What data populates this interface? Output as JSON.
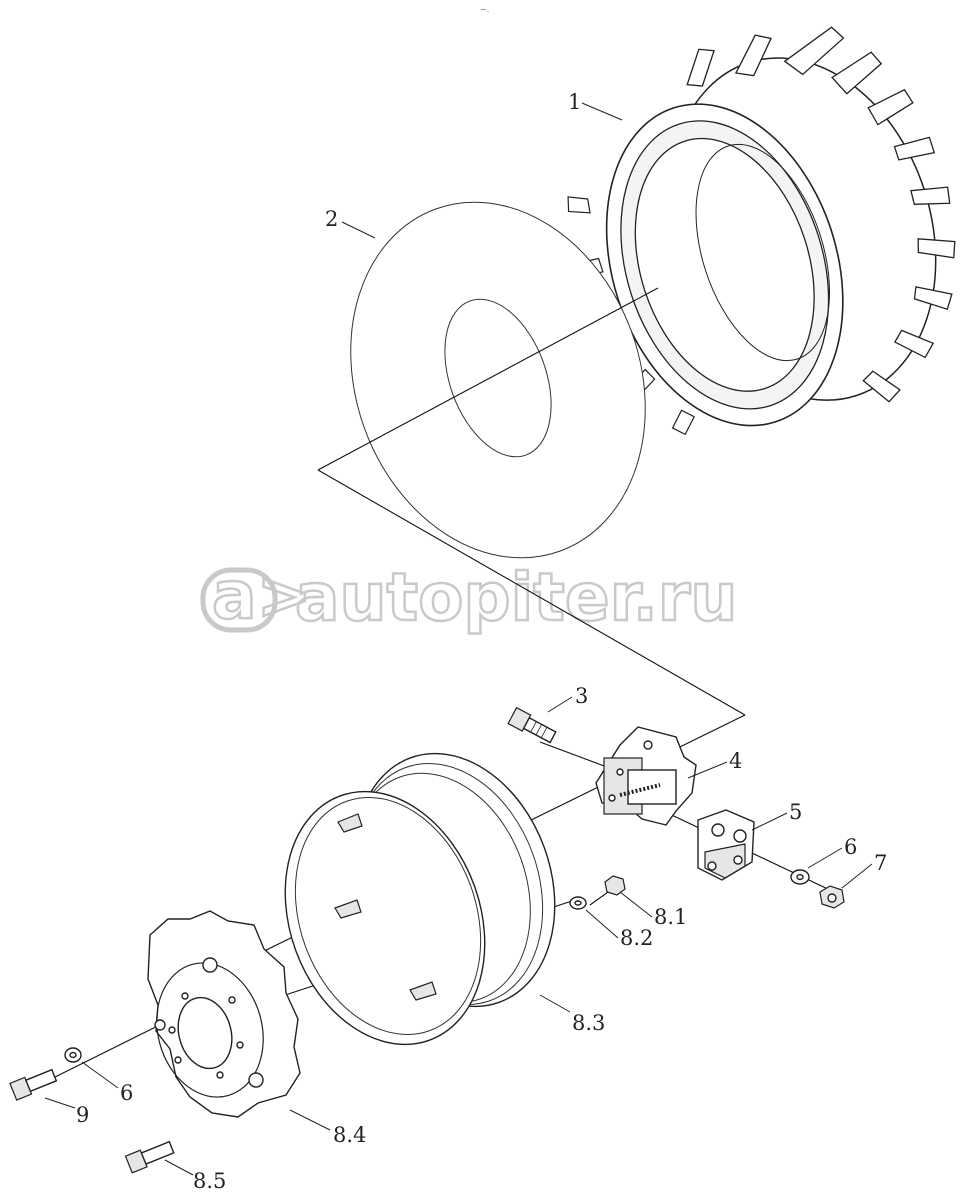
{
  "watermark": {
    "text": "autopiter.ru",
    "logo": "a>"
  },
  "callouts": [
    {
      "id": "1",
      "label": "1"
    },
    {
      "id": "2",
      "label": "2"
    },
    {
      "id": "3",
      "label": "3"
    },
    {
      "id": "4",
      "label": "4"
    },
    {
      "id": "5",
      "label": "5"
    },
    {
      "id": "6a",
      "label": "6"
    },
    {
      "id": "7",
      "label": "7"
    },
    {
      "id": "8-1",
      "label": "8.1"
    },
    {
      "id": "8-2",
      "label": "8.2"
    },
    {
      "id": "8-3",
      "label": "8.3"
    },
    {
      "id": "6b",
      "label": "6"
    },
    {
      "id": "9",
      "label": "9"
    },
    {
      "id": "8-4",
      "label": "8.4"
    },
    {
      "id": "8-5",
      "label": "8.5"
    }
  ]
}
